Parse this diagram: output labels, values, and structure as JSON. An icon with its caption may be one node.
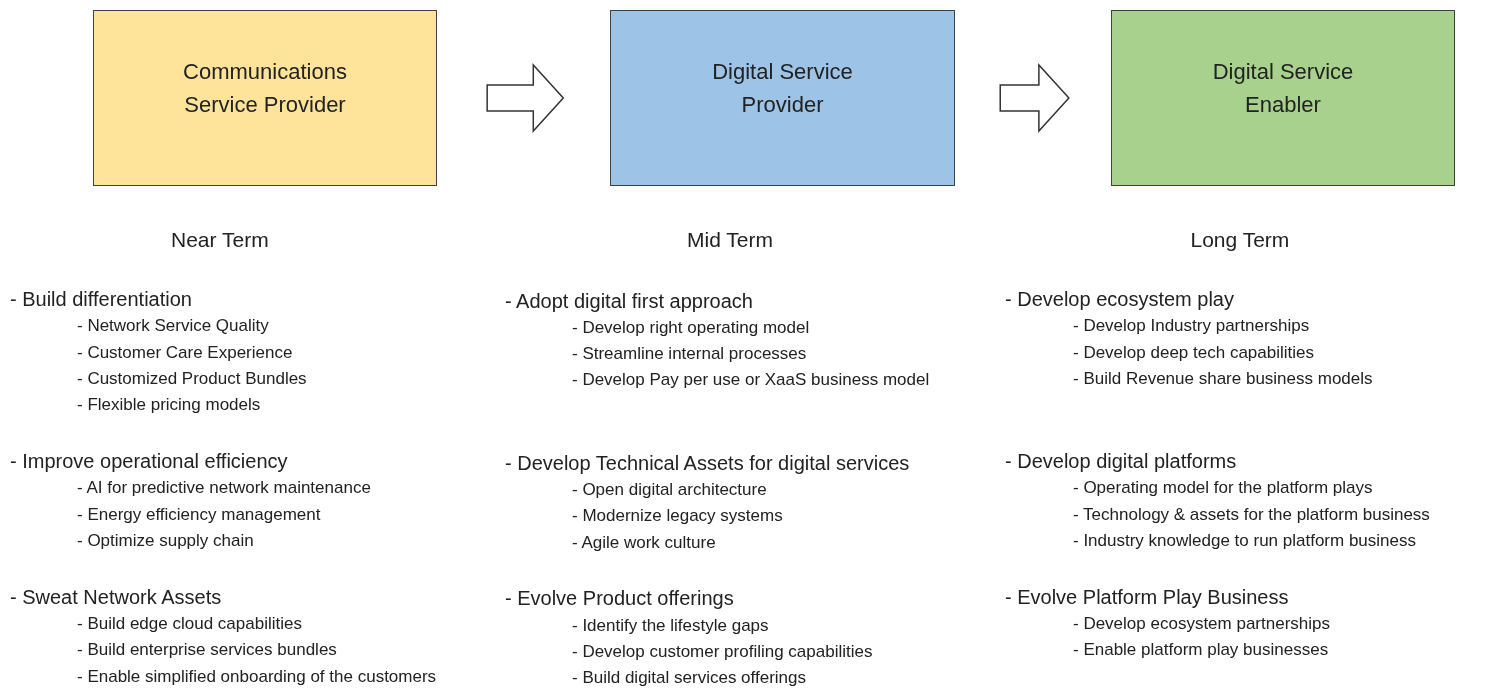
{
  "diagram": {
    "nodes": [
      {
        "text": [
          "Communications Service Provider"
        ]
      },
      {
        "text": [
          "Digital Service Provider"
        ]
      },
      {
        "text": [
          "Digital Service Enabler"
        ]
      }
    ],
    "edges": [
      {
        "from": 0,
        "to": 1,
        "arrow": "to"
      },
      {
        "from": 1,
        "to": 2,
        "arrow": "to"
      }
    ],
    "labels": [
      "Near Term",
      "- Build differentiation",
      "- Network Service Quality",
      "- Customer Care Experience",
      "- Customized Product Bundles",
      "- Flexible pricing models",
      "- Improve operational efficiency",
      "- AI for predictive network maintenance",
      "- Energy efficiency management",
      "- Optimize supply chain",
      "- Sweat Network Assets",
      "- Build edge cloud capabilities",
      "- Build enterprise services bundles",
      "- Enable simplified onboarding of the customers",
      "Mid Term",
      "- Adopt digital first approach",
      "- Develop right operating model",
      "- Streamline internal processes",
      "- Develop Pay per use or XaaS business model",
      "- Develop Technical Assets for digital services",
      "- Open digital architecture",
      "- Modernize legacy systems",
      "- Agile work culture",
      "- Evolve Product offerings",
      "- Identify the lifestyle gaps",
      "- Develop customer profiling capabilities",
      "- Build digital services offerings",
      "Long Term",
      "- Develop ecosystem play",
      "- Develop Industry partnerships",
      "- Develop deep tech capabilities",
      "- Build Revenue share business models",
      "- Develop digital platforms",
      "- Operating model for the platform plays",
      "- Technology & assets for the platform business",
      "- Industry knowledge to run platform business",
      "- Evolve Platform Play Business",
      "- Develop ecosystem partnerships",
      "- Enable platform play businesses"
    ]
  }
}
